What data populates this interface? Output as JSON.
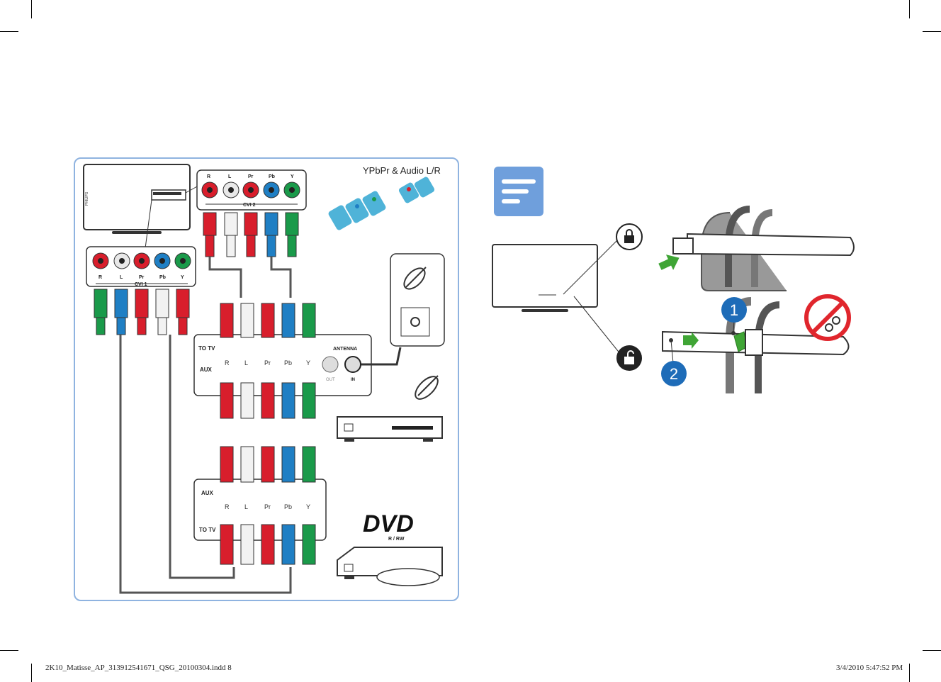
{
  "footer": {
    "file": "2K10_Matisse_AP_313912541671_QSG_20100304.indd   8",
    "timestamp": "3/4/2010   5:47:52 PM"
  },
  "diagram": {
    "title": "YPbPr & Audio L/R",
    "cvi2_label": "CVI 2",
    "cvi1_label": "CVI 1",
    "tv_ports": [
      "R",
      "L",
      "Pr",
      "Pb",
      "Y"
    ],
    "to_tv": "TO TV",
    "aux": "AUX",
    "antenna": "ANTENNA",
    "out": "OUT",
    "in": "IN",
    "dvd_logo": "DVD",
    "dvd_sub": "R / RW",
    "tv_brand": "PHILIPS"
  },
  "cable_tie": {
    "step1": "1",
    "step2": "2"
  },
  "colors": {
    "red": "#d81e2c",
    "white": "#f2f2f2",
    "blue": "#1f7fc4",
    "green": "#1a9a4a",
    "panel_border": "#8fb3e0",
    "note_icon": "#6f9fdc",
    "step_badge": "#1e6cb8"
  }
}
